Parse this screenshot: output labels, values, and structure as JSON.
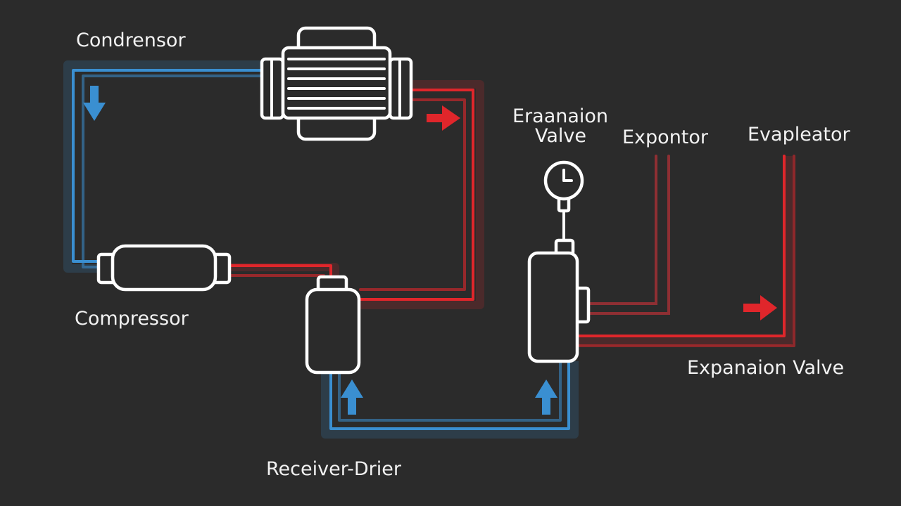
{
  "colors": {
    "background": "#2b2b2b",
    "blue": "#3a8fd1",
    "red": "#e0262b",
    "red_dim": "#8e2f33",
    "component": "#ffffff"
  },
  "labels": {
    "condenser": "Condrensor",
    "compressor": "Compressor",
    "receiver_drier": "Receiver-Drier",
    "expansion_valve_top_line1": "Eraanaion",
    "expansion_valve_top_line2": "Valve",
    "evaporator_middle": "Expontor",
    "evaporator_right": "Evapleator",
    "expansion_valve_bottom": "Expanaion Valve"
  },
  "icons": {
    "pressure_gauge": "gauge-icon",
    "flow_arrows": [
      "arrow-down-icon",
      "arrow-right-icon",
      "arrow-up-icon",
      "arrow-up-icon",
      "arrow-right-icon"
    ]
  }
}
